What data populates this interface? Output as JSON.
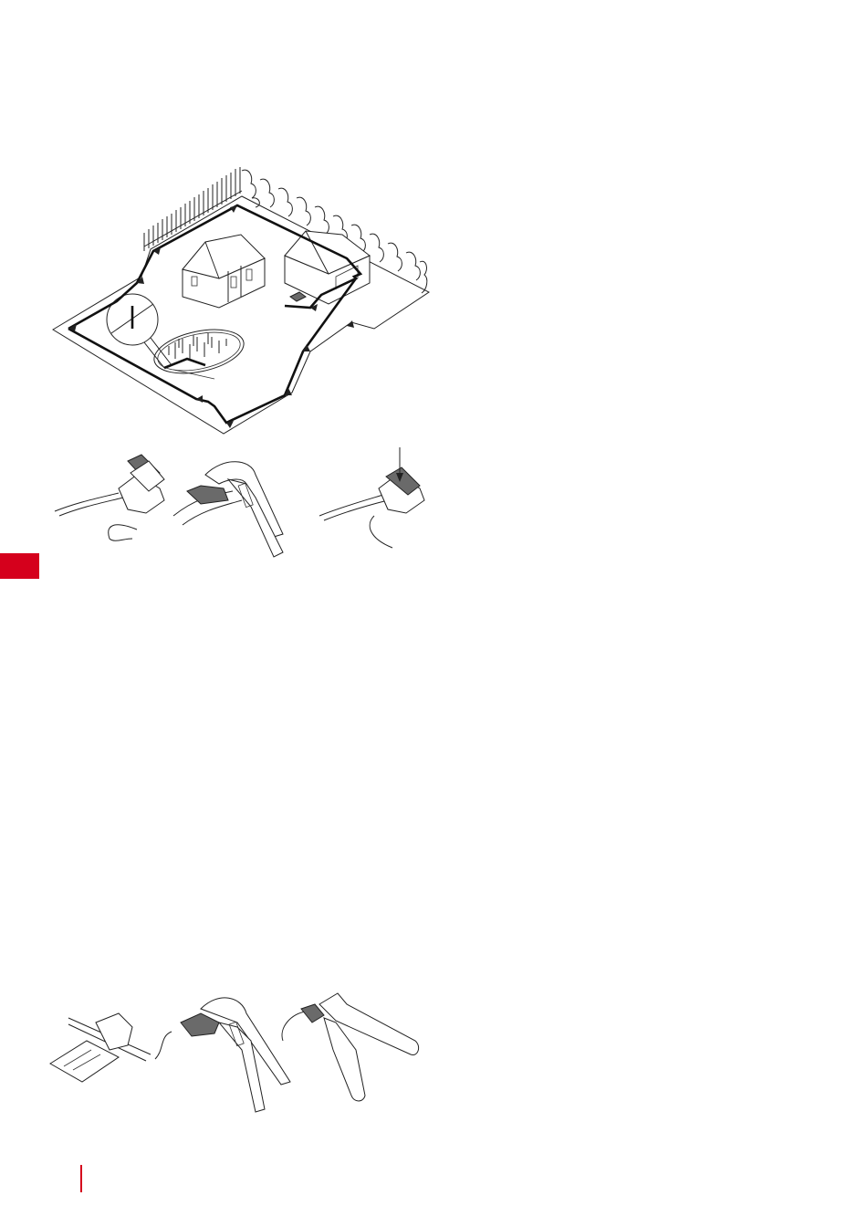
{
  "figures": [
    {
      "id": "garden-boundary-wire-layout"
    },
    {
      "id": "wire-connector-installation"
    },
    {
      "id": "wire-splice-connector-installation"
    }
  ],
  "accent_color": "#d5001c",
  "icons": [
    "arrow-down-icon"
  ]
}
